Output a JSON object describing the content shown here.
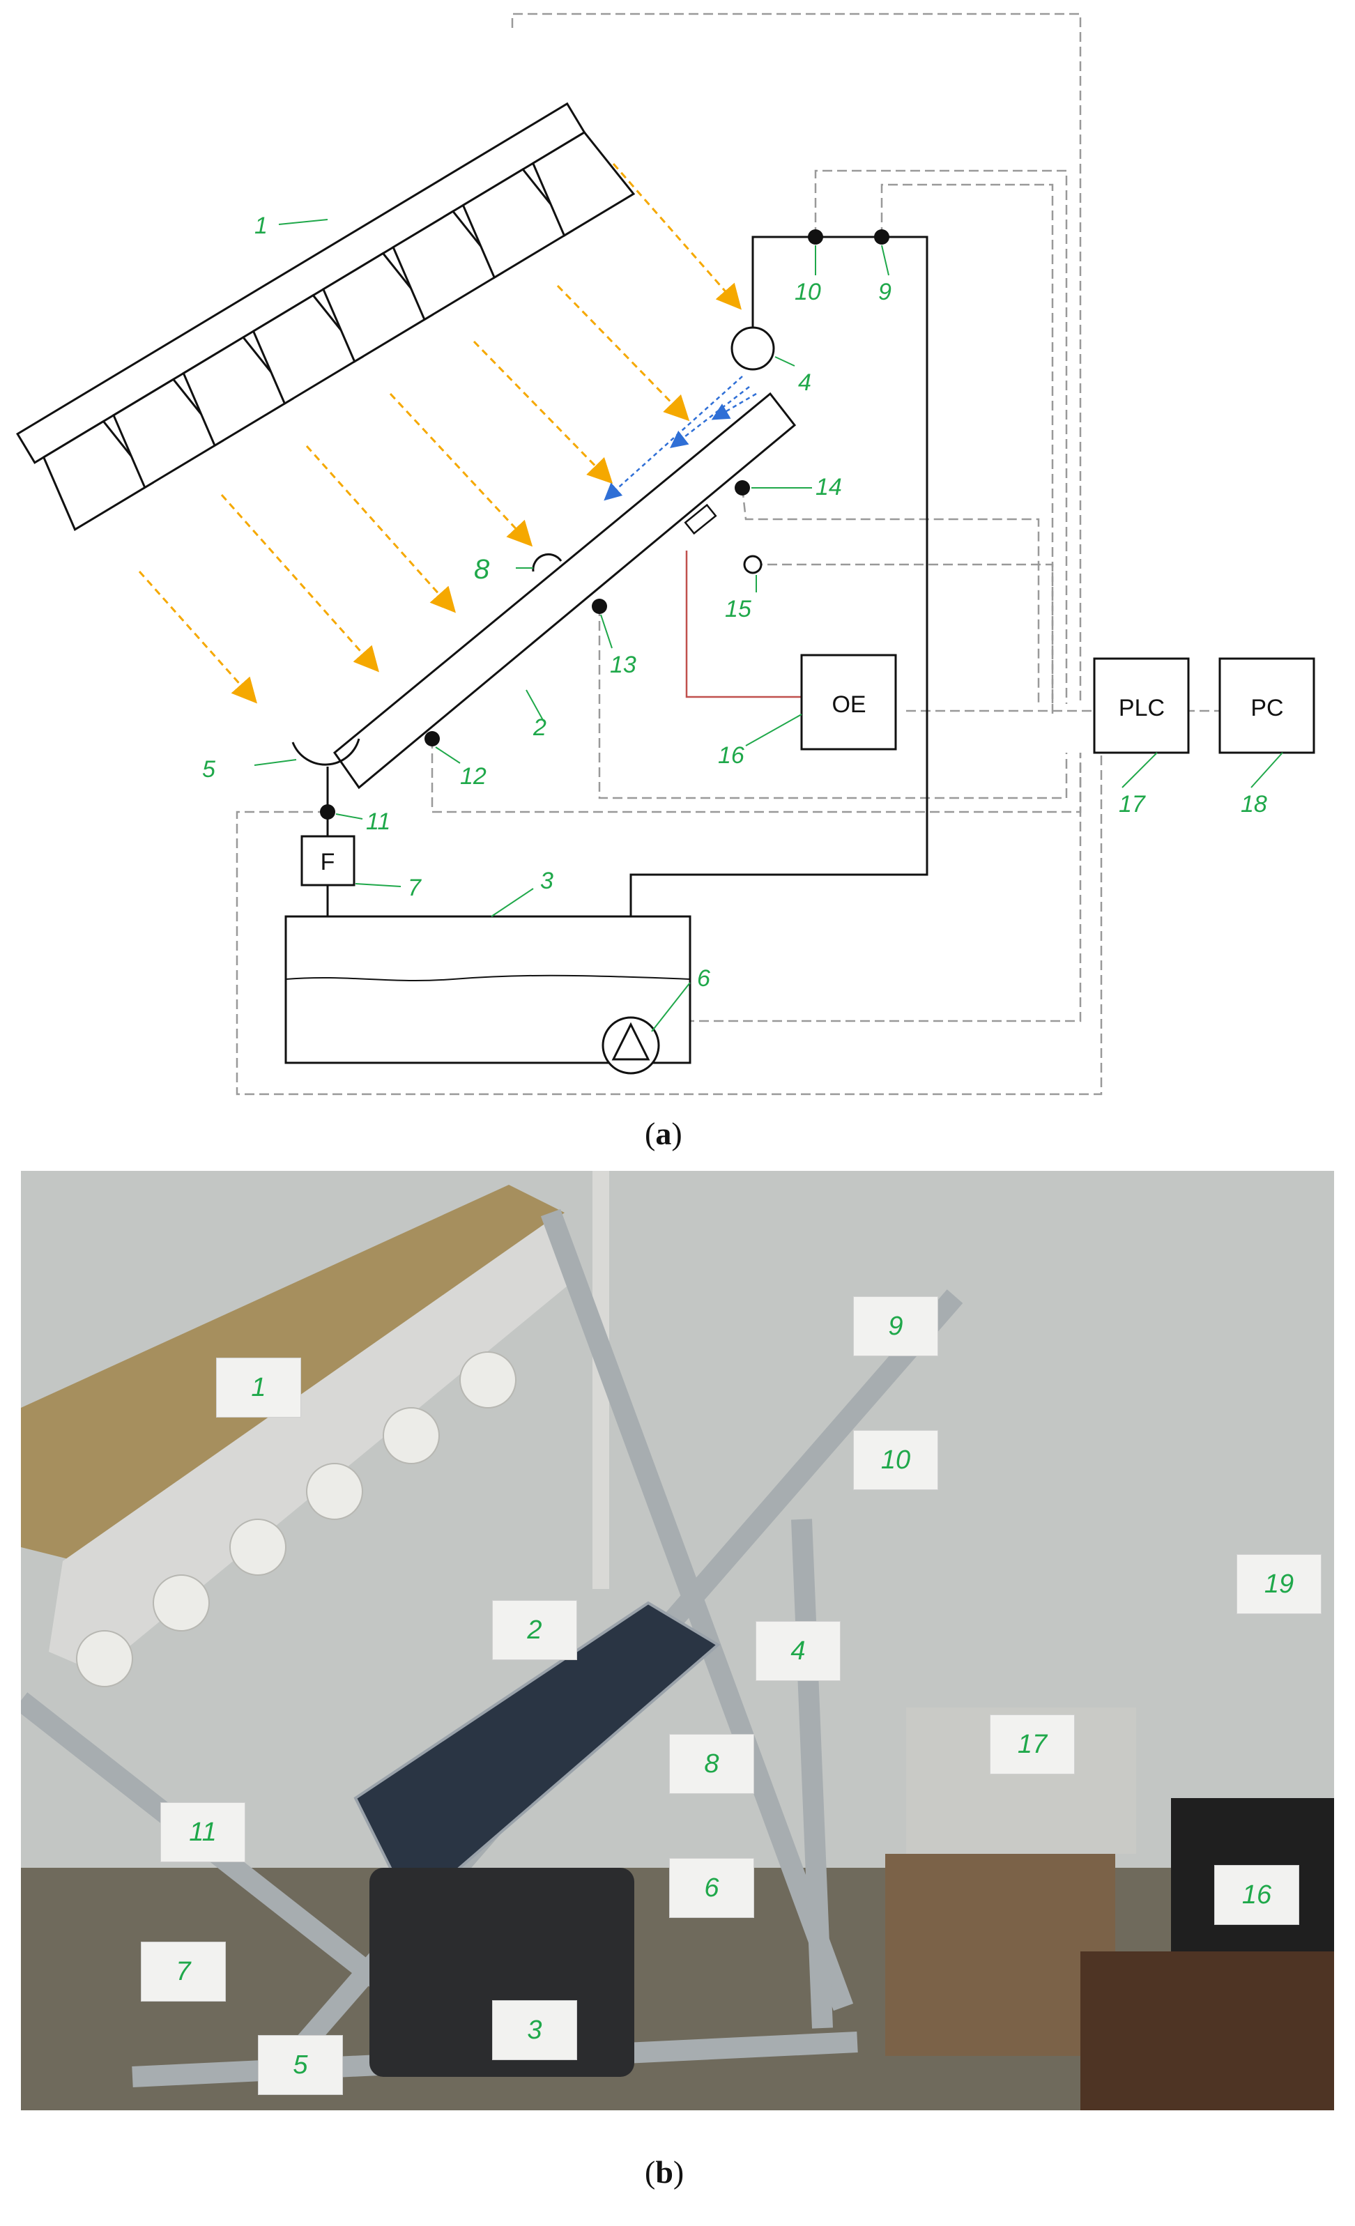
{
  "diagram": {
    "callouts": [
      {
        "id": "c1",
        "text": "1"
      },
      {
        "id": "c2",
        "text": "2"
      },
      {
        "id": "c3",
        "text": "3"
      },
      {
        "id": "c4",
        "text": "4"
      },
      {
        "id": "c5",
        "text": "5"
      },
      {
        "id": "c6",
        "text": "6"
      },
      {
        "id": "c7",
        "text": "7"
      },
      {
        "id": "c8",
        "text": "8"
      },
      {
        "id": "c9",
        "text": "9"
      },
      {
        "id": "c10",
        "text": "10"
      },
      {
        "id": "c11",
        "text": "11"
      },
      {
        "id": "c12",
        "text": "12"
      },
      {
        "id": "c13",
        "text": "13"
      },
      {
        "id": "c14",
        "text": "14"
      },
      {
        "id": "c15",
        "text": "15"
      },
      {
        "id": "c16",
        "text": "16"
      },
      {
        "id": "c17",
        "text": "17"
      },
      {
        "id": "c18",
        "text": "18"
      }
    ],
    "boxes": {
      "filter": "F",
      "oe": "OE",
      "plc": "PLC",
      "pc": "PC"
    },
    "colors": {
      "line": "#111111",
      "annotation": "#1fa84a",
      "light_rays": "#f5a800",
      "coolant_flow": "#2f6fd6",
      "signal": "#999999",
      "power": "#c0504d"
    }
  },
  "captions": {
    "a": "a",
    "b": "b"
  },
  "photo": {
    "tags": [
      {
        "id": "t1",
        "text": "1"
      },
      {
        "id": "t2",
        "text": "2"
      },
      {
        "id": "t3",
        "text": "3"
      },
      {
        "id": "t4",
        "text": "4"
      },
      {
        "id": "t5",
        "text": "5"
      },
      {
        "id": "t6",
        "text": "6"
      },
      {
        "id": "t7",
        "text": "7"
      },
      {
        "id": "t8",
        "text": "8"
      },
      {
        "id": "t9",
        "text": "9"
      },
      {
        "id": "t10",
        "text": "10"
      },
      {
        "id": "t11",
        "text": "11"
      },
      {
        "id": "t16",
        "text": "16"
      },
      {
        "id": "t17",
        "text": "17"
      },
      {
        "id": "t19",
        "text": "19"
      }
    ]
  }
}
